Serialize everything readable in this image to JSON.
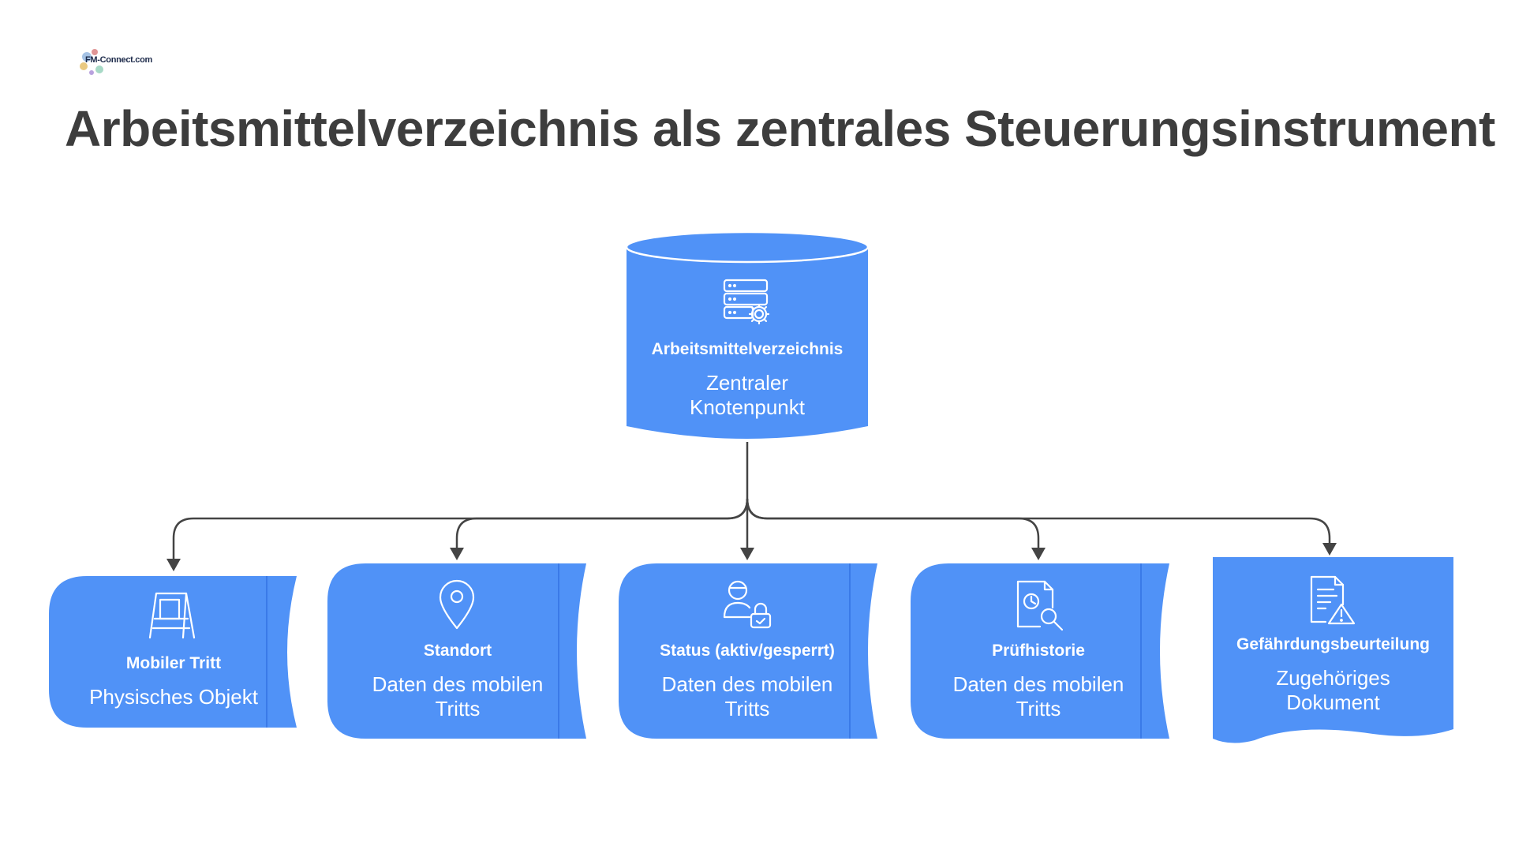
{
  "brand": {
    "logo_text": "FM-Connect.com"
  },
  "title": "Arbeitsmittelverzeichnis als zentrales Steuerungsinstrument",
  "colors": {
    "node_fill": "#5092f7",
    "node_shadow": "#3a7ae8",
    "connector": "#444444",
    "title": "#3d3d3d"
  },
  "central": {
    "title": "Arbeitsmittelverzeichnis",
    "subtitle_lines": [
      "Zentraler",
      "Knotenpunkt"
    ],
    "icon": "database-gear-icon"
  },
  "nodes": [
    {
      "title": "Mobiler Tritt",
      "subtitle_lines": [
        "Physisches Objekt"
      ],
      "icon": "step-ladder-icon"
    },
    {
      "title": "Standort",
      "subtitle_lines": [
        "Daten des mobilen",
        "Tritts"
      ],
      "icon": "location-pin-icon"
    },
    {
      "title": "Status (aktiv/gesperrt)",
      "subtitle_lines": [
        "Daten des mobilen",
        "Tritts"
      ],
      "icon": "user-lock-icon"
    },
    {
      "title": "Prüfhistorie",
      "subtitle_lines": [
        "Daten des mobilen",
        "Tritts"
      ],
      "icon": "document-search-icon"
    },
    {
      "title": "Gefährdungsbeurteilung",
      "subtitle_lines": [
        "Zugehöriges",
        "Dokument"
      ],
      "icon": "document-warning-icon"
    }
  ]
}
